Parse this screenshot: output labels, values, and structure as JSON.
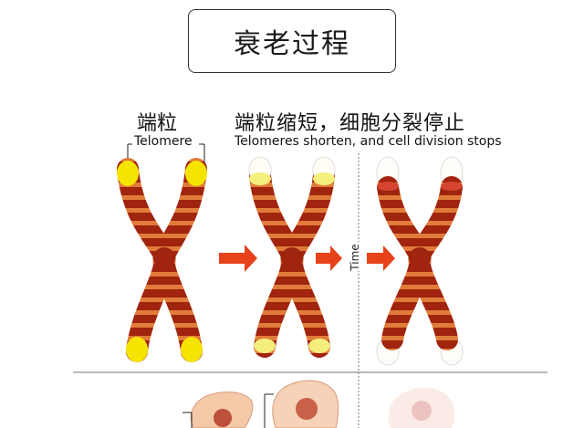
{
  "title": "衰老过程",
  "left_label_cn": "端粒",
  "left_label_en": "Telomere",
  "right_label_cn": "端粒缩短，细胞分裂停止",
  "right_label_en": "Telomeres shorten, and cell division stops",
  "time_label": "Time",
  "colors": {
    "chromosome_body": "#a0240e",
    "chromosome_band": "#e07b39",
    "telomere_full": "#f5e400",
    "telomere_partial": "#f4ee7a",
    "arrow": "#e8421b",
    "cap_red": "#d64530"
  }
}
